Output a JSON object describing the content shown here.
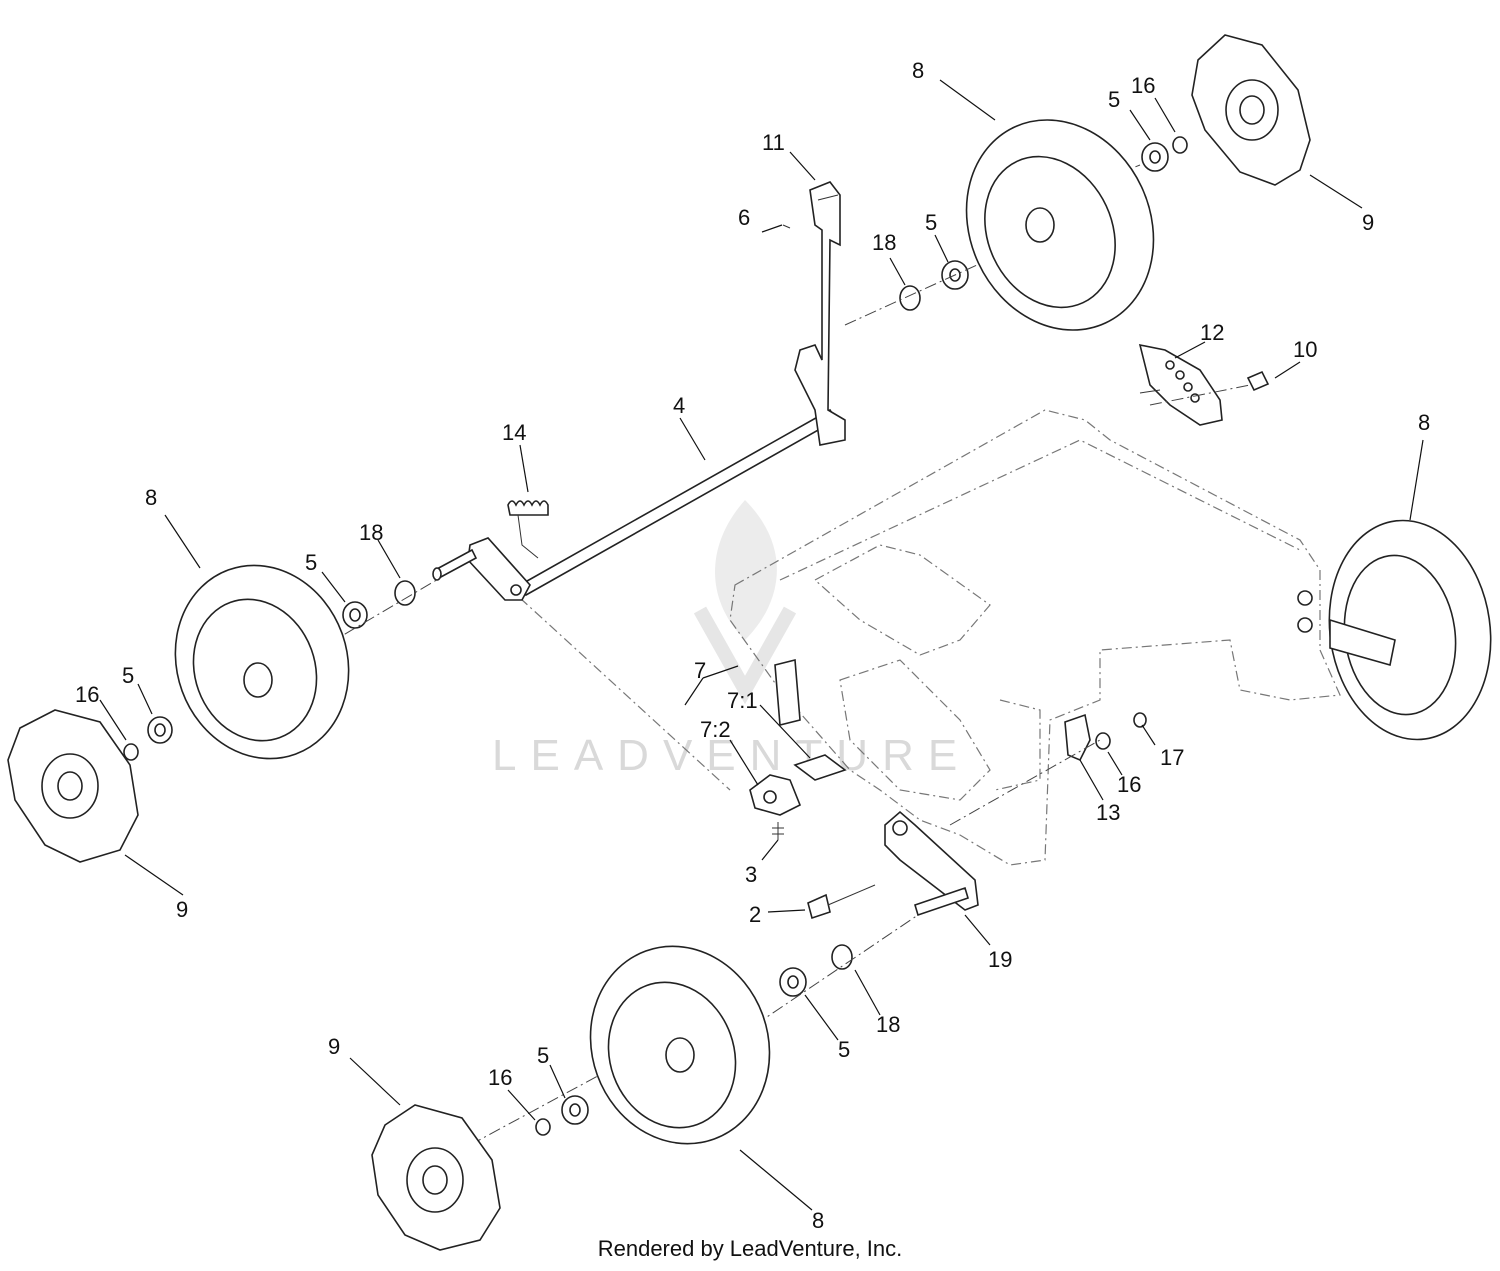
{
  "watermark": {
    "text": "LEADVENTURE"
  },
  "footer": {
    "text": "Rendered by LeadVenture, Inc."
  },
  "callouts": [
    {
      "id": "c1",
      "text": "8"
    },
    {
      "id": "c2",
      "text": "5"
    },
    {
      "id": "c3",
      "text": "16"
    },
    {
      "id": "c4",
      "text": "9"
    },
    {
      "id": "c5",
      "text": "11"
    },
    {
      "id": "c6",
      "text": "6"
    },
    {
      "id": "c7",
      "text": "18"
    },
    {
      "id": "c8",
      "text": "5"
    },
    {
      "id": "c9",
      "text": "12"
    },
    {
      "id": "c10",
      "text": "10"
    },
    {
      "id": "c11",
      "text": "8"
    },
    {
      "id": "c12",
      "text": "4"
    },
    {
      "id": "c13",
      "text": "14"
    },
    {
      "id": "c14",
      "text": "8"
    },
    {
      "id": "c15",
      "text": "18"
    },
    {
      "id": "c16",
      "text": "5"
    },
    {
      "id": "c17",
      "text": "16"
    },
    {
      "id": "c18",
      "text": "5"
    },
    {
      "id": "c19",
      "text": "7"
    },
    {
      "id": "c20",
      "text": "7:1"
    },
    {
      "id": "c21",
      "text": "7:2"
    },
    {
      "id": "c22",
      "text": "17"
    },
    {
      "id": "c23",
      "text": "16"
    },
    {
      "id": "c24",
      "text": "13"
    },
    {
      "id": "c25",
      "text": "3"
    },
    {
      "id": "c26",
      "text": "9"
    },
    {
      "id": "c27",
      "text": "2"
    },
    {
      "id": "c28",
      "text": "19"
    },
    {
      "id": "c29",
      "text": "18"
    },
    {
      "id": "c30",
      "text": "5"
    },
    {
      "id": "c31",
      "text": "9"
    },
    {
      "id": "c32",
      "text": "16"
    },
    {
      "id": "c33",
      "text": "5"
    },
    {
      "id": "c34",
      "text": "8"
    }
  ]
}
